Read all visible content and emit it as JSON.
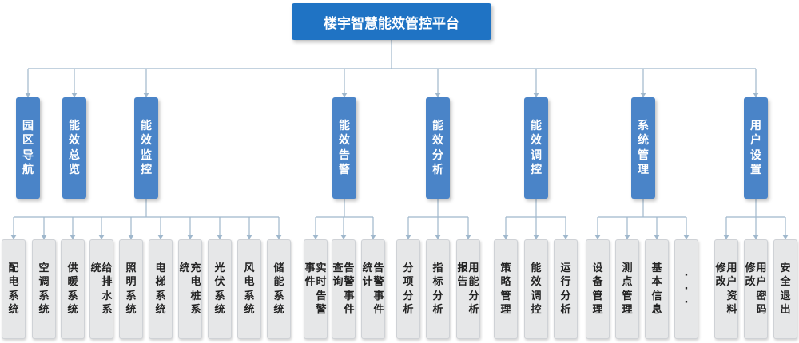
{
  "root": {
    "label": "楼宇智慧能效管控平台"
  },
  "modules": [
    {
      "label": "园区导航",
      "children": []
    },
    {
      "label": "能效总览",
      "children": []
    },
    {
      "label": "能效监控",
      "children": [
        "配电系统",
        "空调系统",
        "供暖系统",
        "给排水系统",
        "照明系统",
        "电梯系统",
        "充电桩系统",
        "光伏系统",
        "风电系统",
        "储能系统"
      ]
    },
    {
      "label": "能效告警",
      "children": [
        "实时告警事件",
        "告警事件查询",
        "告警事件统计"
      ]
    },
    {
      "label": "能效分析",
      "children": [
        "分项分析",
        "指标分析",
        "用能分析报告"
      ]
    },
    {
      "label": "能效调控",
      "children": [
        "策略管理",
        "能效调控",
        "运行分析"
      ]
    },
    {
      "label": "系统管理",
      "children": [
        "设备管理",
        "测点管理",
        "基本信息",
        "···"
      ]
    },
    {
      "label": "用户设置",
      "children": [
        "用户资料修改",
        "用户密码修改",
        "安全退出"
      ]
    }
  ]
}
